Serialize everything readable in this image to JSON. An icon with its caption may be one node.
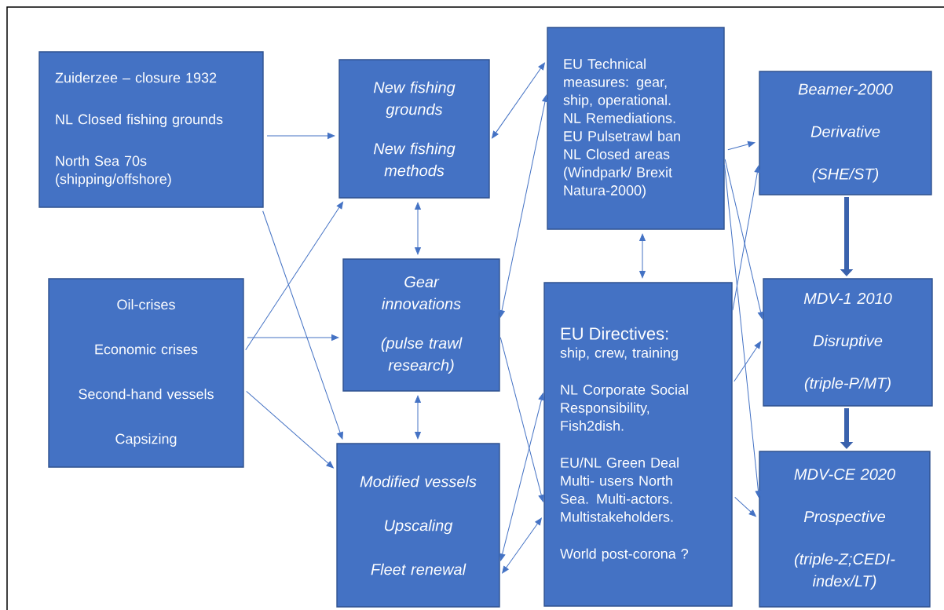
{
  "diagram": {
    "nodes": [
      {
        "text": [
          "Zuiderzee – closure 1932",
          "NL Closed fishing grounds",
          "North Sea 70s (shipping/offshore)"
        ]
      },
      {
        "text": [
          "New fishing grounds",
          "New fishing methods"
        ]
      },
      {
        "text": [
          "Oil-crises",
          "Economic crises",
          "Second-hand vessels",
          "Capsizing"
        ]
      },
      {
        "text": [
          "Gear innovations",
          "(pulse trawl research)"
        ]
      },
      {
        "text": [
          "Modified vessels",
          "Upscaling",
          "Fleet renewal"
        ]
      },
      {
        "text": [
          "EU Technical measures: gear, ship, operational. NL Remediations. EU Pulsetrawl ban NL Closed areas (Windpark/ Brexit Natura-2000)"
        ]
      },
      {
        "text": [
          "EU Directives:",
          "ship, crew, training",
          "NL Corporate Social Responsibility, Fish2dish.",
          "EU/NL Green Deal Multi- users North Sea. Multi-actors. Multistakeholders.",
          "World post-corona ?"
        ]
      },
      {
        "text": [
          "Beamer-2000",
          "Derivative",
          "(SHE/ST)"
        ]
      },
      {
        "text": [
          "MDV-1 2010",
          "Disruptive",
          "(triple-P/MT)"
        ]
      },
      {
        "text": [
          "MDV-CE 2020",
          "Prospective",
          "(triple-Z;CEDI-index/LT)"
        ]
      }
    ],
    "edges": [
      {
        "from": 0,
        "to": 1,
        "arrow": "to"
      },
      {
        "from": 0,
        "to": 4,
        "arrow": "to"
      },
      {
        "from": 2,
        "to": 1,
        "arrow": "to"
      },
      {
        "from": 2,
        "to": 3,
        "arrow": "to"
      },
      {
        "from": 2,
        "to": 4,
        "arrow": "to"
      },
      {
        "from": 1,
        "to": 3,
        "arrow": "both"
      },
      {
        "from": 3,
        "to": 4,
        "arrow": "both"
      },
      {
        "from": 1,
        "to": 5,
        "arrow": "both"
      },
      {
        "from": 3,
        "to": 5,
        "arrow": "both"
      },
      {
        "from": 3,
        "to": 6,
        "arrow": "to"
      },
      {
        "from": 4,
        "to": 6,
        "arrow": "both"
      },
      {
        "from": 4,
        "to": 6,
        "arrow": "both"
      },
      {
        "from": 5,
        "to": 6,
        "arrow": "both"
      },
      {
        "from": 5,
        "to": 7,
        "arrow": "to"
      },
      {
        "from": 5,
        "to": 8,
        "arrow": "to"
      },
      {
        "from": 5,
        "to": 9,
        "arrow": "to"
      },
      {
        "from": 6,
        "to": 7,
        "arrow": "to"
      },
      {
        "from": 6,
        "to": 8,
        "arrow": "to"
      },
      {
        "from": 6,
        "to": 9,
        "arrow": "to"
      },
      {
        "from": 7,
        "to": 8,
        "arrow": "to",
        "style": "thick"
      },
      {
        "from": 8,
        "to": 9,
        "arrow": "to",
        "style": "thick"
      }
    ]
  }
}
